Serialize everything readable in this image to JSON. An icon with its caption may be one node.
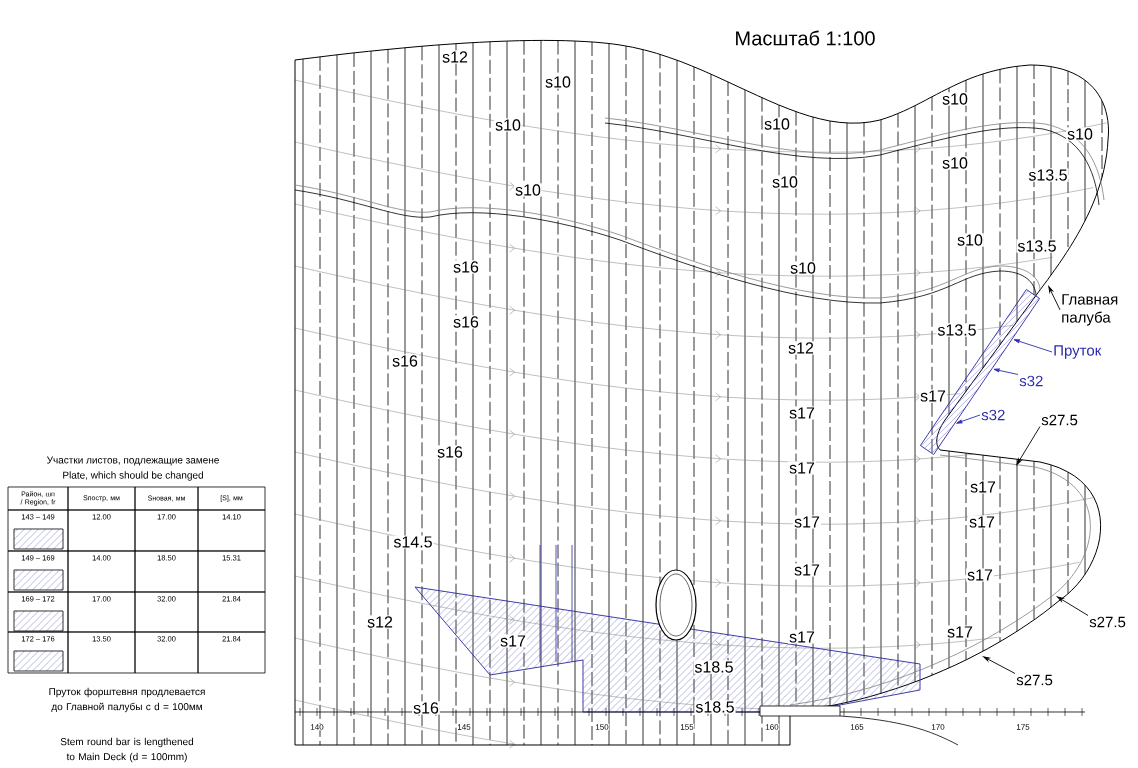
{
  "diagram": {
    "title": "Масштаб 1:100",
    "nodes": [
      {
        "text": [
          "Главная палуба"
        ]
      },
      {
        "text": [
          "Пруток"
        ]
      },
      {
        "text": [
          "s32"
        ]
      },
      {
        "text": [
          "s32"
        ]
      },
      {
        "text": [
          "s27.5"
        ]
      },
      {
        "text": [
          "s27.5"
        ]
      },
      {
        "text": [
          "s27.5"
        ]
      },
      {
        "text": [],
        "shape": "bar"
      }
    ],
    "edges": [
      {
        "from": 0,
        "to": null,
        "arrow": "to"
      },
      {
        "from": 1,
        "to": 7,
        "arrow": "to",
        "color": "#2b2bb0"
      },
      {
        "from": 2,
        "to": 7,
        "arrow": "to",
        "color": "#2b2bb0"
      },
      {
        "from": 3,
        "to": 7,
        "arrow": "to",
        "color": "#2b2bb0"
      },
      {
        "from": 4,
        "to": null,
        "arrow": "to"
      },
      {
        "from": 5,
        "to": null,
        "arrow": "to"
      },
      {
        "from": 6,
        "to": null,
        "arrow": "to"
      }
    ],
    "labels": [
      "s12",
      "s10",
      "s10",
      "s10",
      "s10",
      "s10",
      "s10",
      "s13.5",
      "s10",
      "s10",
      "s10",
      "s13.5",
      "s16",
      "s10",
      "s16",
      "s13.5",
      "s12",
      "s16",
      "s17",
      "s17",
      "s16",
      "s17",
      "s17",
      "s17",
      "s17",
      "s14.5",
      "s17",
      "s17",
      "s12",
      "s17",
      "s17",
      "s17",
      "s18.5",
      "s16",
      "s18.5",
      "Участки листов, подлежащие замене",
      "Plate, which should be changed",
      "Район, шп / Region, fr",
      "Sпостр, мм",
      "Sновая, мм",
      "[S], мм",
      "143 – 149",
      "12.00",
      "17.00",
      "14.10",
      "149 – 169",
      "14.00",
      "18.50",
      "15.31",
      "169 – 172",
      "17.00",
      "32.00",
      "21.84",
      "172 – 176",
      "13.50",
      "32.00",
      "21.84",
      "Пруток форштевня продлевается до Главной палубы с d = 100мм",
      "Stem round bar is lengthened to Main Deck (d = 100mm)",
      "140",
      "145",
      "150",
      "155",
      "160",
      "165",
      "170",
      "175"
    ]
  }
}
